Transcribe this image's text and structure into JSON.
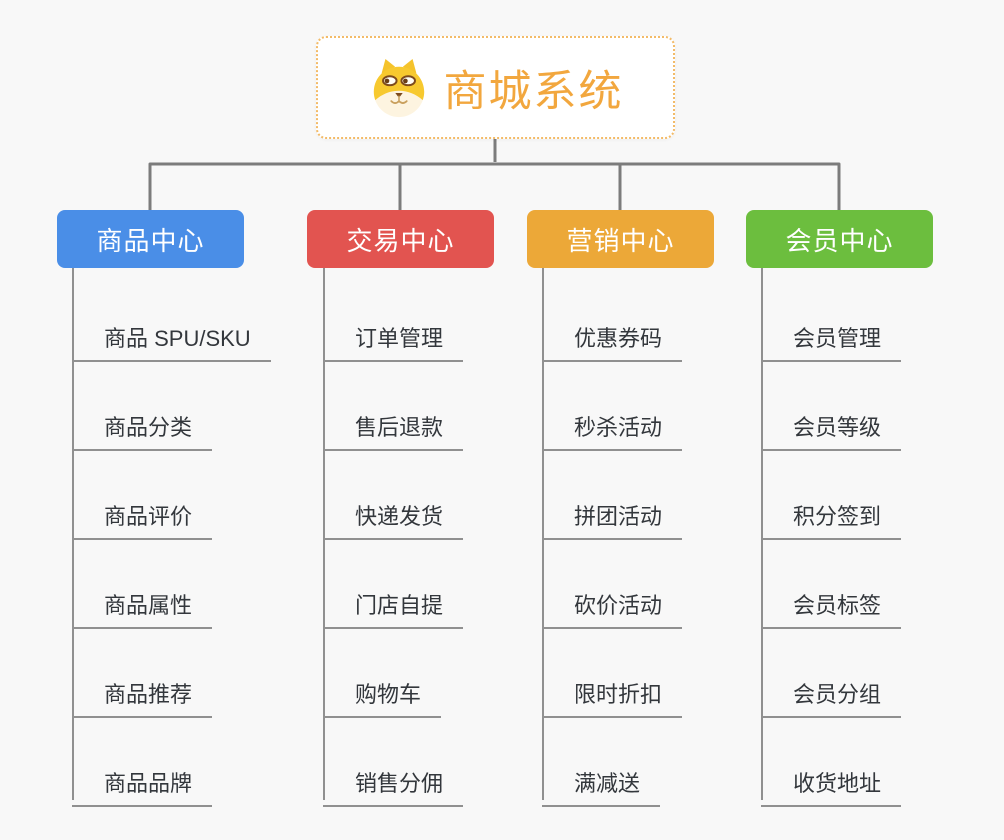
{
  "root": {
    "title": "商城系统",
    "icon": "shiba-dog-icon"
  },
  "branches": [
    {
      "label": "商品中心",
      "color": "#4a8ee7",
      "children": [
        "商品 SPU/SKU",
        "商品分类",
        "商品评价",
        "商品属性",
        "商品推荐",
        "商品品牌"
      ]
    },
    {
      "label": "交易中心",
      "color": "#e25450",
      "children": [
        "订单管理",
        "售后退款",
        "快递发货",
        "门店自提",
        "购物车",
        "销售分佣"
      ]
    },
    {
      "label": "营销中心",
      "color": "#eca838",
      "children": [
        "优惠券码",
        "秒杀活动",
        "拼团活动",
        "砍价活动",
        "限时折扣",
        "满减送"
      ]
    },
    {
      "label": "会员中心",
      "color": "#6cbe3e",
      "children": [
        "会员管理",
        "会员等级",
        "积分签到",
        "会员标签",
        "会员分组",
        "收货地址"
      ]
    }
  ],
  "palette": {
    "connector_gray": "#7c7c7c",
    "underline_gray": "#909090",
    "root_border_orange": "#f3bb68",
    "root_title_orange": "#f2a73e",
    "background": "#f8f8f8"
  }
}
